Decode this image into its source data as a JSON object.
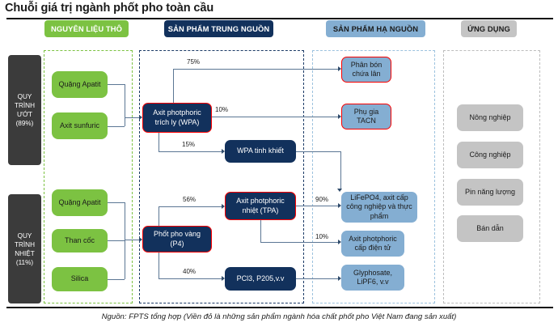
{
  "title": "Chuỗi giá trị ngành phốt pho toàn cầu",
  "headers": {
    "raw": "NGUYÊN LIỆU THÔ",
    "midstream": "SẢN PHẨM TRUNG NGUỒN",
    "downstream": "SẢN PHẨM HẠ NGUỒN",
    "application": "ỨNG DỤNG"
  },
  "processes": [
    {
      "name": "QUY TRÌNH ƯỚT",
      "share": "(89%)",
      "line1": "QUY",
      "line2": "TRÌNH",
      "line3": "ƯỚT",
      "line4": "(89%)"
    },
    {
      "name": "QUY TRÌNH NHIỆT",
      "share": "(11%)",
      "line1": "QUY",
      "line2": "TRÌNH",
      "line3": "NHIỆT",
      "line4": "(11%)"
    }
  ],
  "raw_materials": [
    {
      "label": "Quặng Apatit"
    },
    {
      "label": "Axit sunfuric"
    },
    {
      "label": "Quặng Apatit"
    },
    {
      "label": "Than cốc"
    },
    {
      "label": "Silica"
    }
  ],
  "midstream": [
    {
      "label": "Axit photphoric trích ly (WPA)",
      "highlight": true
    },
    {
      "label": "WPA tinh khiết",
      "highlight": false
    },
    {
      "label": "Phốt pho vàng (P4)",
      "highlight": true
    },
    {
      "label": "Axit photphoric nhiệt (TPA)",
      "highlight": true
    },
    {
      "label": "PCl3, P205,v.v",
      "highlight": false
    }
  ],
  "downstream": [
    {
      "label": "Phân bón chứa lân",
      "highlight": true
    },
    {
      "label": "Phụ gia TACN",
      "highlight": true
    },
    {
      "label": "LiFePO4, axit cấp công nghiệp và thực phẩm",
      "highlight": false
    },
    {
      "label": "Axit photphoric cấp điện tử",
      "highlight": false
    },
    {
      "label": "Glyphosate, LiPF6, v.v",
      "highlight": false
    }
  ],
  "applications": [
    {
      "label": "Nông nghiệp"
    },
    {
      "label": "Công nghiệp"
    },
    {
      "label": "Pin năng lượng"
    },
    {
      "label": "Bán dẫn"
    }
  ],
  "flow_percentages": {
    "wpa_to_fertilizer": "75%",
    "wpa_to_feed": "10%",
    "wpa_to_purified": "15%",
    "p4_to_tpa": "56%",
    "p4_to_pcl3": "40%",
    "tpa_to_lifepo4": "90%",
    "tpa_to_electronic": "10%"
  },
  "source": "Nguồn: FPTS tổng hợp (Viền đỏ là những sản phẩm ngành hóa chất phốt pho Việt Nam đang sản xuất)",
  "colors": {
    "green": "#7cc242",
    "navy": "#12315c",
    "blue": "#84aed2",
    "grey": "#c4c4c4",
    "dark": "#3b3b3b",
    "highlight_border": "#ff0000",
    "connector": "#5b7694"
  }
}
